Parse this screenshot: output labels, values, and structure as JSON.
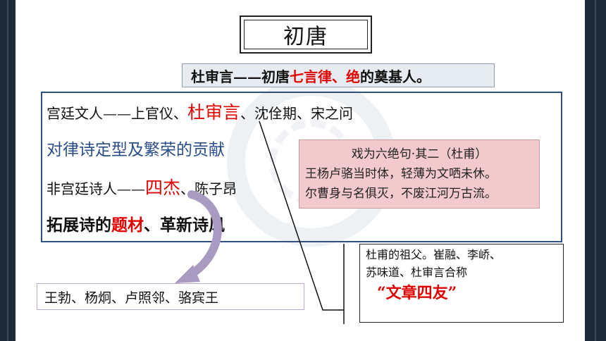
{
  "title": "初唐",
  "subtitle": {
    "part1": "杜审言——初唐",
    "highlight": "七言律、绝",
    "part2": "的奠基人。"
  },
  "main": {
    "line1": {
      "a": "宫廷文人——上官仪、",
      "b": "杜审言",
      "c": "、沈佺期、宋之问"
    },
    "line2": "对律诗定型及繁荣的贡献",
    "line3": {
      "a": "非宫廷诗人——",
      "b": "四杰",
      "c": "、陈子昂"
    },
    "line4": {
      "a": "拓展诗的",
      "b": "题材",
      "c": "、革新诗风"
    }
  },
  "poem": {
    "title": "戏为六绝句·其二（杜甫）",
    "lines": [
      "王杨卢骆当时体，轻薄为文哂未休。",
      "尔曹身与名俱灭，不废江河万古流。"
    ]
  },
  "four_friends": {
    "line1": "杜甫的祖父。崔融、李峤、",
    "line2": "苏味道、杜审言合称",
    "highlight": "“文章四友”"
  },
  "four_jie_names": "王勃、杨炯、卢照邻、骆宾王",
  "colors": {
    "emphasis": "#e00000",
    "frame": "#2e4f80",
    "poem_bg": "#f2c9cc",
    "arrow": "#a89ac0"
  }
}
